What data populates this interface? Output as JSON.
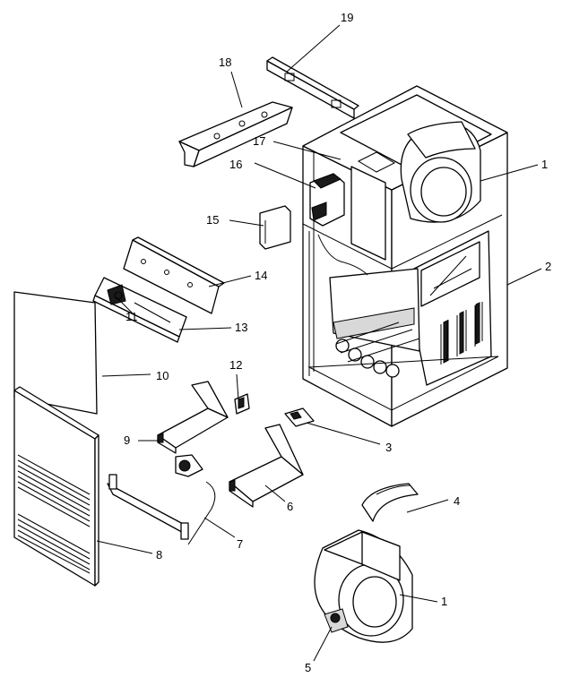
{
  "colors": {
    "line": "#000000",
    "background": "#ffffff"
  },
  "callouts": [
    {
      "id": "1a",
      "label": "1"
    },
    {
      "id": "2",
      "label": "2"
    },
    {
      "id": "3",
      "label": "3"
    },
    {
      "id": "4",
      "label": "4"
    },
    {
      "id": "1b",
      "label": "1"
    },
    {
      "id": "5",
      "label": "5"
    },
    {
      "id": "6",
      "label": "6"
    },
    {
      "id": "7",
      "label": "7"
    },
    {
      "id": "8",
      "label": "8"
    },
    {
      "id": "9",
      "label": "9"
    },
    {
      "id": "10",
      "label": "10"
    },
    {
      "id": "11",
      "label": "11"
    },
    {
      "id": "12",
      "label": "12"
    },
    {
      "id": "13",
      "label": "13"
    },
    {
      "id": "14",
      "label": "14"
    },
    {
      "id": "15",
      "label": "15"
    },
    {
      "id": "16",
      "label": "16"
    },
    {
      "id": "17",
      "label": "17"
    },
    {
      "id": "18",
      "label": "18"
    },
    {
      "id": "19",
      "label": "19"
    }
  ]
}
